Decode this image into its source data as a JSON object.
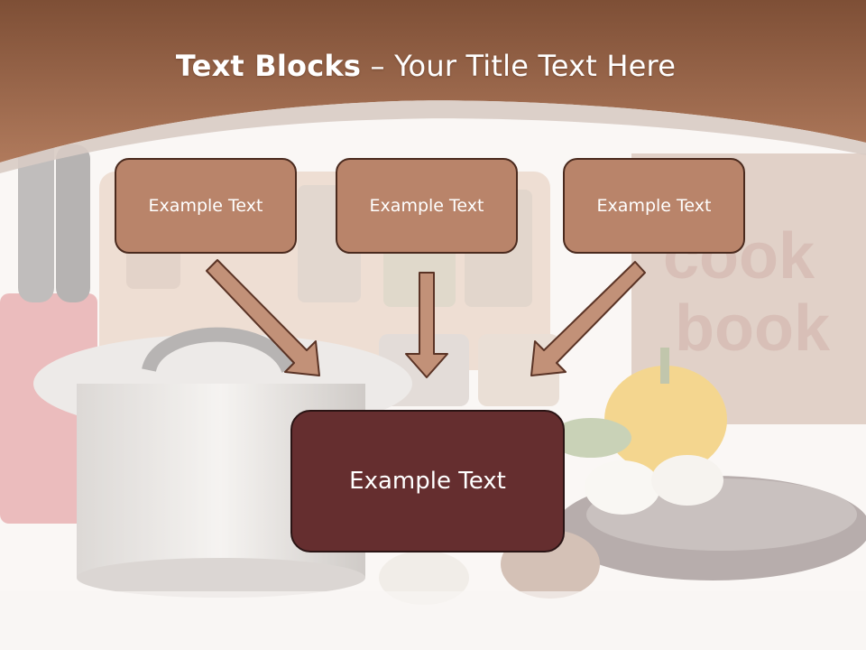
{
  "title": {
    "bold": "Text Blocks",
    "dash": " – ",
    "rest": "Your Title Text Here"
  },
  "photo_words": {
    "line1": "cook",
    "line2": "book"
  },
  "blocks": [
    {
      "label": "Example Text"
    },
    {
      "label": "Example Text"
    },
    {
      "label": "Example Text"
    }
  ],
  "center_block": {
    "label": "Example Text"
  },
  "colors": {
    "header": "#9a6446",
    "small_box": "#b9846a",
    "center_box": "#652e2f",
    "arrow": "#c29178",
    "arrow_stroke": "#5a3325"
  }
}
